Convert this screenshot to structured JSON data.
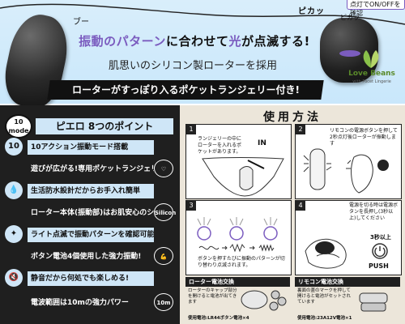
{
  "header": {
    "onoff_badge": "点灯でON/OFFを確認",
    "sfx_buzz": "ブー",
    "sfx_blink_1": "ピカッ",
    "sfx_blink_2": "ピカッ",
    "headline_pre": "振動のパターン",
    "headline_mid": "に合わせて",
    "headline_light": "光",
    "headline_post": "が点滅する!",
    "subline": "肌思いのシリコン製ローターを採用",
    "banner": "ローターがすっぽり入るポケットランジェリー付き!",
    "logo_name": "Love Beans",
    "logo_tag": "with Pocet Lingerie"
  },
  "points": {
    "badge_line1": "10",
    "badge_line2": "mode",
    "title": "ピエロ 8つのポイント",
    "items": [
      {
        "icon": "10",
        "text": "10アクション振動モード搭載",
        "tail": ""
      },
      {
        "icon": "",
        "text": "遊びが広がる!専用ポケットランジェリー付",
        "tail": "♡"
      },
      {
        "icon": "💧",
        "text": "生活防水設計だからお手入れ簡単",
        "tail": ""
      },
      {
        "icon": "",
        "text": "ローター本体(振動部)はお肌安心のシリコン製",
        "tail": "Silicon"
      },
      {
        "icon": "✦",
        "text": "ライト点滅で振動パターンを確認可能",
        "tail": ""
      },
      {
        "icon": "",
        "text": "ボタン電池4個使用した強力振動!",
        "tail": "💪"
      },
      {
        "icon": "🔇",
        "text": "静音だから何処でも楽しめる!",
        "tail": ""
      },
      {
        "icon": "",
        "text": "電波範囲は10mの強力パワー",
        "tail": "10m"
      }
    ]
  },
  "usage": {
    "title": "使用方法",
    "step1_num": "1",
    "step1_caption": "ランジェリーの中にローターを入れるポケットがあります。",
    "step1_in": "IN",
    "step2_num": "2",
    "step2_caption": "リモコンの電源ボタンを押して2秒点灯後ローターが振動します",
    "step3_num": "3",
    "step3_caption": "ボタンを押すたびに振動のパターンが切り替わり点滅されます。",
    "step4_num": "4",
    "step4_caption": "電源を切る時は電源ボタンを長押し(3秒以上)してください",
    "sec_label": "3秒以上",
    "push_label": "PUSH",
    "battery_rotor_head": "ローター電池交換",
    "battery_rotor_cap": "ローターのキャップ部分を開けると電池が出てきます",
    "battery_rotor_foot": "使用電池:LR44ボタン電池×4",
    "battery_remote_head": "リモコン電池交換",
    "battery_remote_cap": "裏面の蓋のマークを押して開けると電池がセットされています",
    "battery_remote_foot": "使用電池:23A12V電池×1"
  },
  "colors": {
    "accent": "#7b5cbf",
    "panel_dark": "#1f1f1f",
    "panel_light": "#cfe6f7",
    "usage_bg": "#ece6da"
  }
}
